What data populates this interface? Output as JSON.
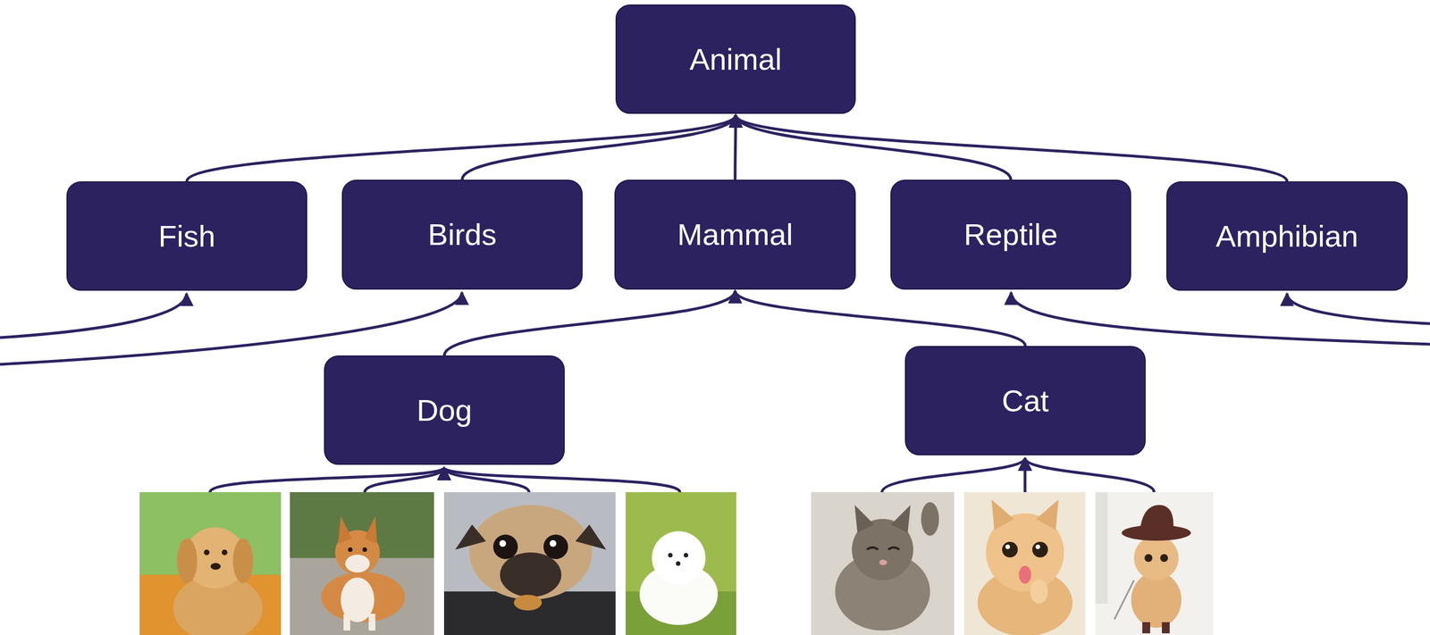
{
  "diagram": {
    "nodes": [
      {
        "text": [
          "Animal"
        ]
      },
      {
        "text": [
          "Fish"
        ]
      },
      {
        "text": [
          "Birds"
        ]
      },
      {
        "text": [
          "Mammal"
        ]
      },
      {
        "text": [
          "Reptile"
        ]
      },
      {
        "text": [
          "Amphibian"
        ]
      },
      {
        "text": [
          "Dog"
        ]
      },
      {
        "text": [
          "Cat"
        ]
      }
    ],
    "edges": [
      {
        "from": 1,
        "to": 0,
        "arrow": "to"
      },
      {
        "from": 2,
        "to": 0,
        "arrow": "to"
      },
      {
        "from": 3,
        "to": 0,
        "arrow": "to"
      },
      {
        "from": 4,
        "to": 0,
        "arrow": "to"
      },
      {
        "from": 5,
        "to": 0,
        "arrow": "to"
      },
      {
        "from": 6,
        "to": 3,
        "arrow": "to"
      },
      {
        "from": 7,
        "to": 3,
        "arrow": "to"
      }
    ]
  }
}
